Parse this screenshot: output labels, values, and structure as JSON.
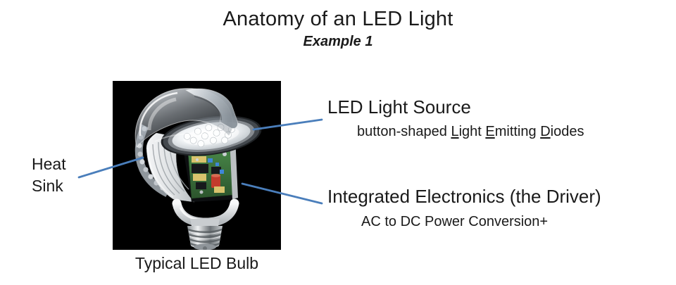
{
  "colors": {
    "accent_line": "#4a7ebb",
    "text": "#1a1a1a",
    "image_background": "#000000"
  },
  "header": {
    "title": "Anatomy of an LED Light",
    "subtitle": "Example 1"
  },
  "figure": {
    "caption": "Typical LED Bulb",
    "description": "Cutaway 3D render of an LED bulb on a black background: lifted glass dome, glowing disc of button LEDs, finned white heat sink, internal green driver circuit board with components, white collar and metal screw base"
  },
  "annotations": {
    "heat_sink": {
      "lines": [
        "Heat",
        "Sink"
      ]
    },
    "led_source": {
      "title": "LED Light Source",
      "subtitle_segments": [
        {
          "text": "button-shaped ",
          "underline": false
        },
        {
          "text": "L",
          "underline": true
        },
        {
          "text": "ight ",
          "underline": false
        },
        {
          "text": "E",
          "underline": true
        },
        {
          "text": "mitting ",
          "underline": false
        },
        {
          "text": "D",
          "underline": true
        },
        {
          "text": "iodes",
          "underline": false
        }
      ]
    },
    "electronics": {
      "title": "Integrated Electronics (the Driver)",
      "subtitle": "AC to DC Power Conversion+"
    }
  }
}
